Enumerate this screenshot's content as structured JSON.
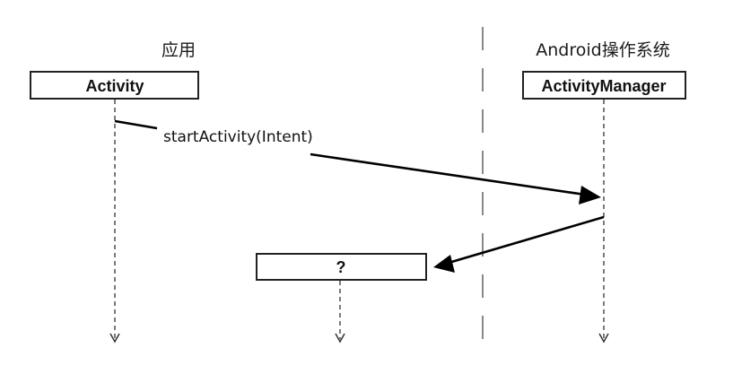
{
  "lanes": {
    "app_label": "应用",
    "os_label": "Android操作系统"
  },
  "participants": {
    "activity": "Activity",
    "activity_manager": "ActivityManager",
    "unknown": "?"
  },
  "messages": {
    "start_activity": "startActivity(Intent)"
  }
}
